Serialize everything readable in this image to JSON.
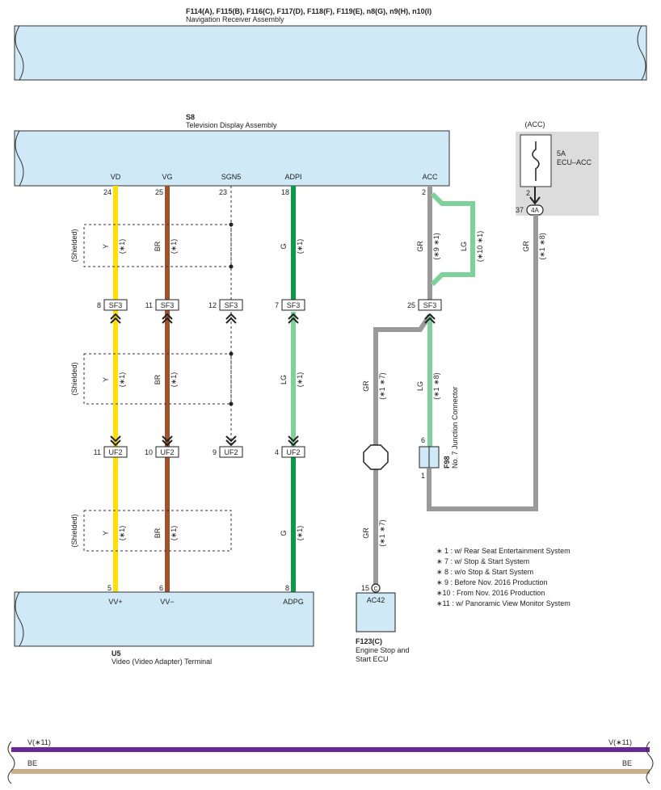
{
  "nav": {
    "codes": "F114(A), F115(B), F116(C), F117(D), F118(F), F119(E), n8(G), n9(H), n10(I)",
    "name": "Navigation Receiver Assembly"
  },
  "tv": {
    "code": "S8",
    "name": "Television Display Assembly",
    "pins": {
      "vd": "VD",
      "vg": "VG",
      "sgn5": "SGN5",
      "adpi": "ADPI",
      "acc": "ACC"
    },
    "nums": {
      "vd": "24",
      "vg": "25",
      "sgn5": "23",
      "adpi": "18",
      "acc": "2"
    }
  },
  "video": {
    "code": "U5",
    "name": "Video (Video Adapter) Terminal",
    "pins": {
      "vvp": "VV+",
      "vvm": "VV−",
      "adpg": "ADPG"
    },
    "nums": {
      "vvp": "5",
      "vvm": "6",
      "adpg": "8"
    }
  },
  "fuse": {
    "header": "(ACC)",
    "rating": "5A",
    "name": "ECU–ACC",
    "pin": "2",
    "jb_num": "37",
    "jb_id": "4A"
  },
  "ecu": {
    "code": "F123(C)",
    "line1": "Engine Stop and",
    "line2": "Start ECU",
    "pin": "15",
    "pin_id": "C",
    "term": "AC42"
  },
  "junction": {
    "code": "F98",
    "name": "No. 7 Junction Connector",
    "pin_top": "6",
    "pin_bot": "1"
  },
  "sf3": {
    "id": "SF3",
    "n1": "8",
    "n2": "11",
    "n3": "12",
    "n4": "7",
    "n5": "25"
  },
  "uf2": {
    "id": "UF2",
    "n1": "11",
    "n2": "10",
    "n3": "9",
    "n4": "4"
  },
  "shielded": "(Shielded)",
  "wires": {
    "y": "Y",
    "br": "BR",
    "g": "G",
    "lg": "LG",
    "gr": "GR",
    "n1": "(∗1)",
    "n9_1": "(∗9 ∗1)",
    "n10_1": "(∗10 ∗1)",
    "n1_8": "(∗1 ∗8)",
    "n1_7": "(∗1 ∗7)"
  },
  "legend": [
    "∗ 1 : w/ Rear Seat Entertainment System",
    "∗ 7 : w/ Stop & Start System",
    "∗ 8 : w/o Stop & Start System",
    "∗ 9 : Before Nov.  2016 Production",
    "∗10 : From Nov.  2016 Production",
    "∗11 : w/ Panoramic View Monitor System"
  ],
  "bottom": {
    "v_left": "V(∗11)",
    "v_right": "V(∗11)",
    "be_left": "BE",
    "be_right": "BE"
  },
  "colors": {
    "yellow": "#ffe000",
    "brown": "#a0522d",
    "green": "#0a9a4a",
    "lightgreen": "#7fd19a",
    "gray": "#9a9a9a",
    "purple": "#6a2a96",
    "tan": "#c9ad8c",
    "box": "#cfe9f7",
    "fusebg": "#dcdcdc"
  }
}
